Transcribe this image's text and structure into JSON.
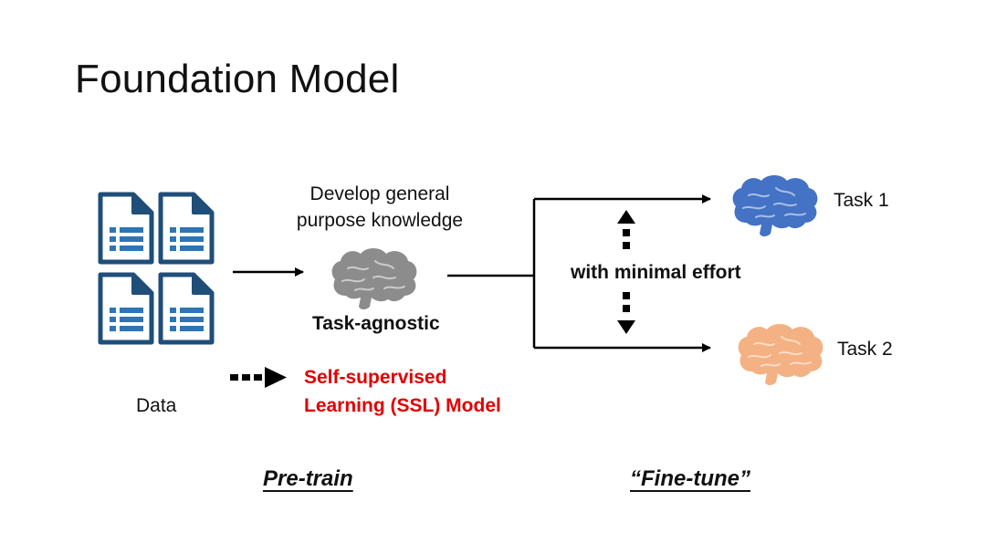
{
  "title": "Foundation Model",
  "data_label": "Data",
  "pretrain": {
    "top_text_line1": "Develop general",
    "top_text_line2": "purpose knowledge",
    "model_label": "Task-agnostic",
    "ssl_line1": "Self-supervised",
    "ssl_line2": "Learning (SSL) Model",
    "section_label": "Pre-train"
  },
  "finetune": {
    "effort_label": "with minimal effort",
    "task1_label": "Task 1",
    "task2_label": "Task 2",
    "section_label": "“Fine-tune”"
  },
  "colors": {
    "doc_blue": "#1f4e79",
    "doc_lines": "#2e75b6",
    "brain_general": "#8c8c8c",
    "brain_task1": "#4472c4",
    "brain_task2": "#f4b183",
    "ssl_red": "#e00000",
    "arrow": "#000000"
  },
  "icons": {
    "documents": "document-list-icon",
    "brain": "brain-icon"
  }
}
